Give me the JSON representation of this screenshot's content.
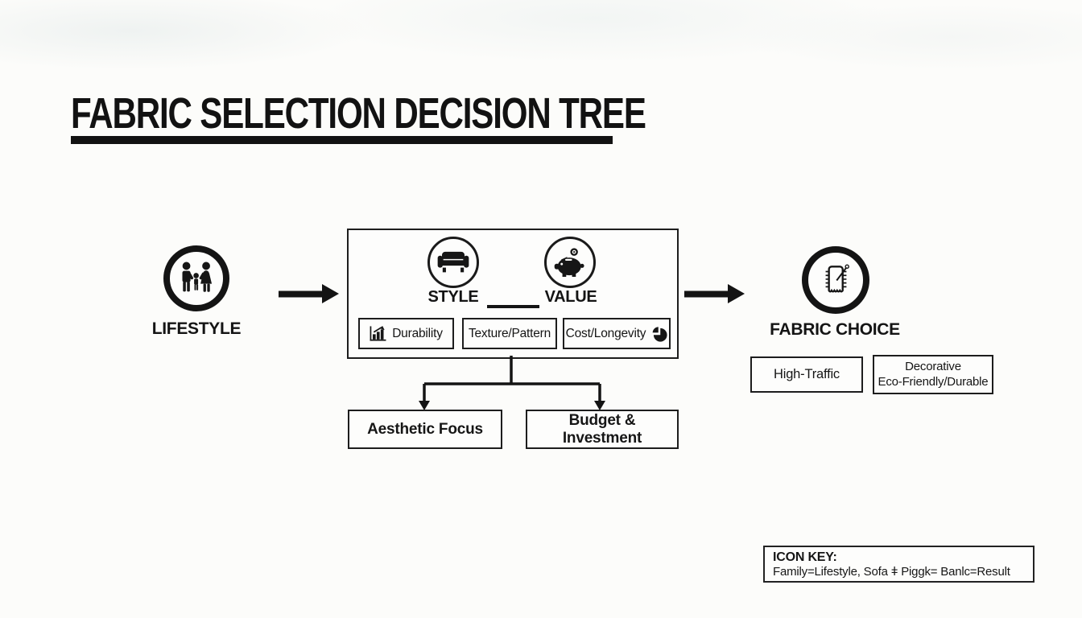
{
  "title": {
    "text": "FABRIC SELECTION DECISION TREE"
  },
  "colors": {
    "ink": "#141414",
    "background": "#fcfcfa"
  },
  "lifestyle": {
    "label": "LIFESTYLE",
    "icon": "family-icon"
  },
  "decision": {
    "style_label": "STYLE",
    "value_label": "VALUE",
    "criteria": [
      {
        "label": "Durability",
        "icon": "bar-chart-icon"
      },
      {
        "label": "Texture/Pattern"
      },
      {
        "label": "Cost/Longevity",
        "icon": "pie-chart-icon"
      }
    ]
  },
  "branches": [
    {
      "label": "Aesthetic Focus"
    },
    {
      "label": "Budget & Investment"
    }
  ],
  "result": {
    "label": "FABRIC CHOICE",
    "icon": "fabric-swatch-icon",
    "options": [
      {
        "lines": [
          "High-Traffic"
        ]
      },
      {
        "lines": [
          "Decorative",
          "Eco-Friendly/Durable"
        ]
      }
    ]
  },
  "icon_key": {
    "heading": "ICON KEY:",
    "body": "Family=Lifestyle, Sofa ǂ Piggk= Banlc=Result"
  }
}
